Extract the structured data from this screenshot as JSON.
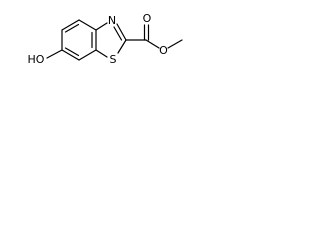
{
  "molecule": {
    "atoms": {
      "nitrogen": "N",
      "sulfur": "S",
      "hydroxyl": "HO",
      "carbonyl_oxygen": "O",
      "ester_oxygen": "O"
    },
    "colors": {
      "bond": "#000000",
      "label": "#000000",
      "background": "#ffffff"
    }
  }
}
